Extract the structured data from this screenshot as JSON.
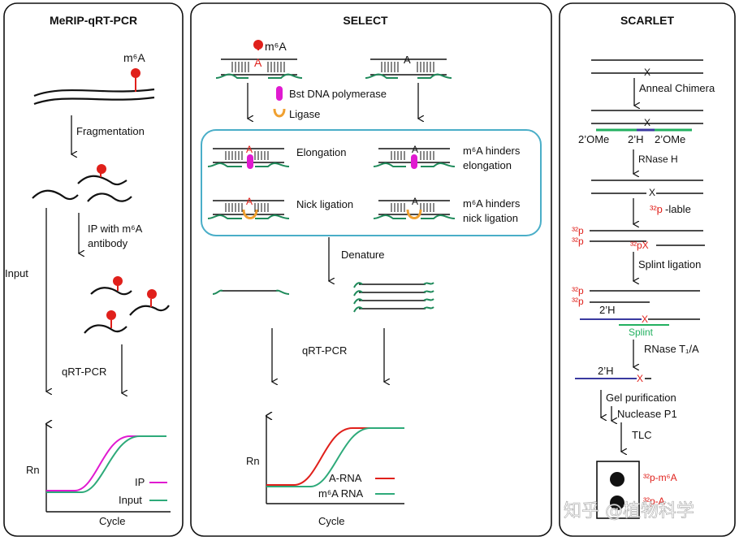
{
  "panels": {
    "merip": {
      "title": "MeRIP-qRT-PCR",
      "m6a": "m⁶A",
      "fragmentation": "Fragmentation",
      "ip_line1": "IP with m⁶A",
      "ip_line2": "antibody",
      "input": "Input",
      "qrtpcr": "qRT-PCR",
      "rn": "Rn",
      "cycle": "Cycle",
      "legend_ip": "IP",
      "legend_input": "Input"
    },
    "select": {
      "title": "SELECT",
      "m6a": "m⁶A",
      "a": "A",
      "bst": "Bst DNA polymerase",
      "ligase": "Ligase",
      "elongation": "Elongation",
      "hinders_elong_1": "m⁶A hinders",
      "hinders_elong_2": "elongation",
      "nick": "Nick ligation",
      "hinders_nick_1": "m⁶A hinders",
      "hinders_nick_2": "nick ligation",
      "denature": "Denature",
      "qrtpcr": "qRT-PCR",
      "rn": "Rn",
      "cycle": "Cycle",
      "legend_arna": "A-RNA",
      "legend_m6arna": "m⁶A RNA"
    },
    "scarlet": {
      "title": "SCARLET",
      "x": "X",
      "anneal": "Anneal Chimera",
      "ome_left": "2’OMe",
      "h_mid": "2’H",
      "ome_right": "2’OMe",
      "rnaseh": "RNase H",
      "p32": "³²p",
      "lable": "-lable",
      "p32x": "³²pX",
      "splint_ligation": "Splint ligation",
      "h_label": "2’H",
      "splint": "Splint",
      "rnase_t1": "RNase T₁/A",
      "gel": "Gel purification",
      "nuclease": "Nuclease P1",
      "tlc": "TLC",
      "spot1": "³²p-m⁶A",
      "spot2": "³²p-A"
    }
  },
  "watermark": "知乎 @植物科学",
  "colors": {
    "red": "#e0201b",
    "magenta": "#e01ad0",
    "green": "#2eaa7a",
    "ligase_orange": "#f0a030",
    "teal_box": "#4aaec8",
    "strand_green": "#1e8a5a",
    "blue_strand": "#3a3aa0",
    "splint_green": "#22b060"
  },
  "chart_data": [
    {
      "type": "line",
      "title": "",
      "xlabel": "Cycle",
      "ylabel": "Rn",
      "series": [
        {
          "name": "IP"
        },
        {
          "name": "Input"
        }
      ]
    },
    {
      "type": "line",
      "title": "",
      "xlabel": "Cycle",
      "ylabel": "Rn",
      "series": [
        {
          "name": "A-RNA"
        },
        {
          "name": "m⁶A RNA"
        }
      ]
    }
  ]
}
